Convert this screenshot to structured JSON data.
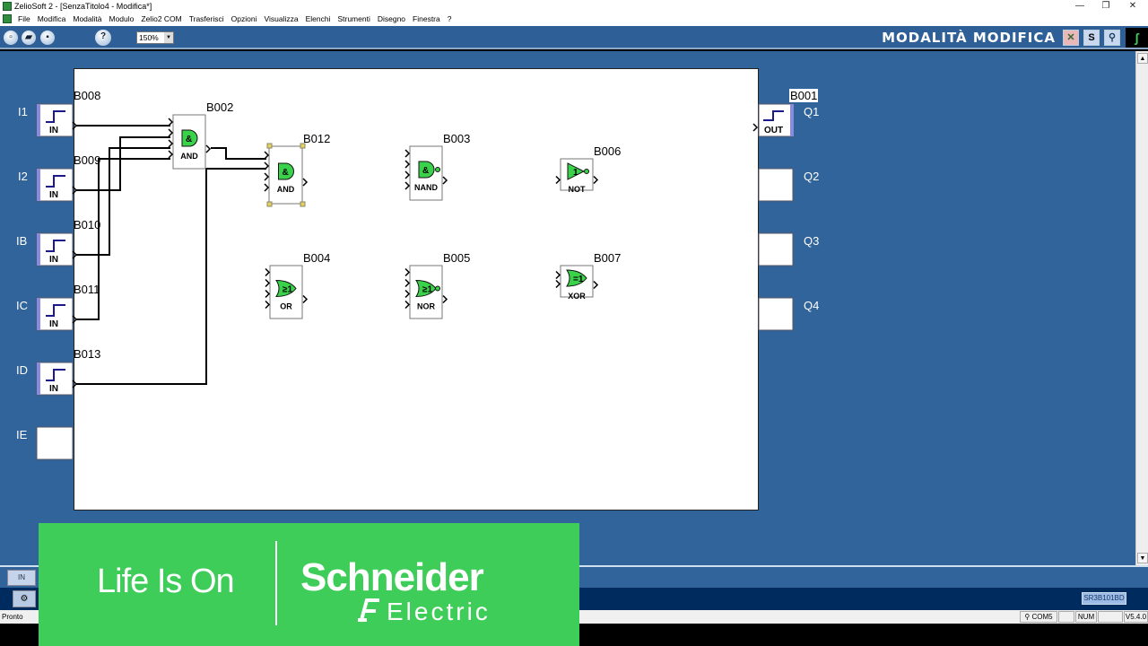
{
  "window": {
    "title": "ZelioSoft 2 - [SenzaTitolo4 - Modifica*]",
    "min": "—",
    "restore": "❐",
    "close": "✕"
  },
  "menu": [
    "File",
    "Modifica",
    "Modalità",
    "Modulo",
    "Zelio2 COM",
    "Trasferisci",
    "Opzioni",
    "Visualizza",
    "Elenchi",
    "Strumenti",
    "Disegno",
    "Finestra",
    "?"
  ],
  "toolbar": {
    "help": "?",
    "zoom": "150%",
    "mode_title": "MODALITÀ MODIFICA",
    "s_button": "S"
  },
  "inputs": [
    {
      "label": "I1",
      "block": "B008",
      "text": "IN"
    },
    {
      "label": "I2",
      "block": "B009",
      "text": "IN"
    },
    {
      "label": "IB",
      "block": "B010",
      "text": "IN"
    },
    {
      "label": "IC",
      "block": "B011",
      "text": "IN"
    },
    {
      "label": "ID",
      "block": "B013",
      "text": "IN"
    },
    {
      "label": "IE"
    }
  ],
  "outputs": [
    {
      "label": "Q1",
      "block": "B001",
      "text": "OUT"
    },
    {
      "label": "Q2"
    },
    {
      "label": "Q3"
    },
    {
      "label": "Q4"
    }
  ],
  "blocks": [
    {
      "id": "B002",
      "type": "AND",
      "symbol": "&"
    },
    {
      "id": "B012",
      "type": "AND",
      "symbol": "&",
      "selected": true
    },
    {
      "id": "B003",
      "type": "NAND",
      "symbol": "&"
    },
    {
      "id": "B006",
      "type": "NOT",
      "symbol": "1"
    },
    {
      "id": "B004",
      "type": "OR",
      "symbol": "≥1"
    },
    {
      "id": "B005",
      "type": "NOR",
      "symbol": "≥1"
    },
    {
      "id": "B007",
      "type": "XOR",
      "symbol": "=1"
    }
  ],
  "colors": {
    "gate": "#3ad24a",
    "workspace": "#31649a",
    "brand": "#3dcd58"
  },
  "bottom": {
    "io_button": "IN",
    "model": "SR3B101BD"
  },
  "status": {
    "text": "Pronto",
    "com": "COM5",
    "num": "NUM",
    "version": "V5.4.0"
  },
  "brand": {
    "tagline": "Life Is On",
    "name": "Schneider",
    "sub": "Electric"
  }
}
